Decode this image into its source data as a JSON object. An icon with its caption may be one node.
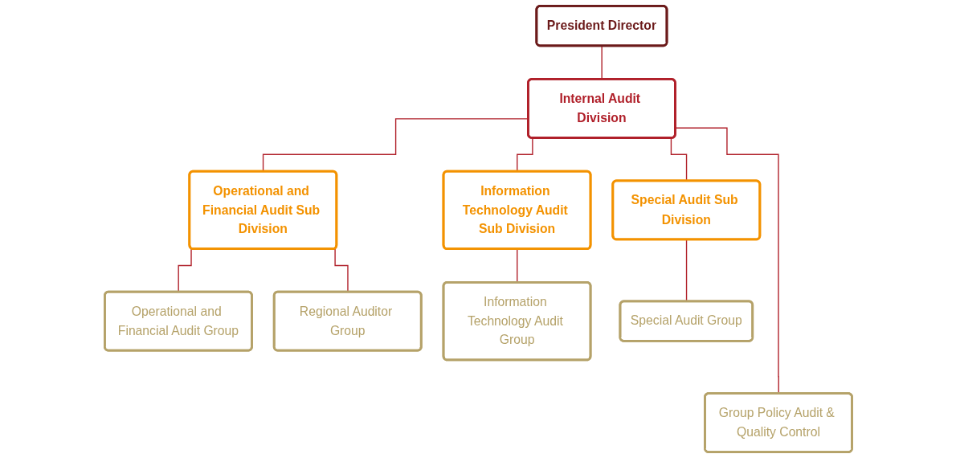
{
  "diagram": {
    "nodes": [
      {
        "text": [
          "President Director"
        ]
      },
      {
        "text": [
          "Internal Audit Division"
        ]
      },
      {
        "text": [
          "Operational and Financial Audit Sub Division"
        ]
      },
      {
        "text": [
          "Information Technology Audit Sub Division"
        ]
      },
      {
        "text": [
          "Special Audit Sub Division"
        ]
      },
      {
        "text": [
          "Operational and Financial Audit Group"
        ]
      },
      {
        "text": [
          "Regional Auditor Group"
        ]
      },
      {
        "text": [
          "Information Technology Audit Group"
        ]
      },
      {
        "text": [
          "Special Audit Group"
        ]
      },
      {
        "text": [
          "Group Policy Audit & Quality Control"
        ]
      }
    ],
    "edges": [
      {
        "from": 0,
        "to": 1,
        "arrow": "none"
      },
      {
        "from": 1,
        "to": 2,
        "arrow": "none"
      },
      {
        "from": 1,
        "to": 3,
        "arrow": "none"
      },
      {
        "from": 1,
        "to": 4,
        "arrow": "none"
      },
      {
        "from": 1,
        "to": 9,
        "arrow": "none"
      },
      {
        "from": 2,
        "to": 5,
        "arrow": "none"
      },
      {
        "from": 2,
        "to": 6,
        "arrow": "none"
      },
      {
        "from": 3,
        "to": 7,
        "arrow": "none"
      },
      {
        "from": 4,
        "to": 8,
        "arrow": "none"
      }
    ]
  }
}
